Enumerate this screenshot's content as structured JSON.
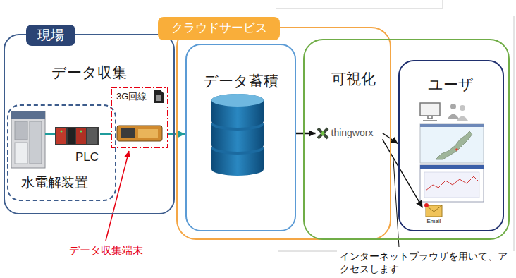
{
  "diagram": {
    "nodes": [
      {
        "text": [
          "現場",
          "データ収集"
        ]
      },
      {
        "text": [
          "水電解装置"
        ],
        "in": 0
      },
      {
        "text": [
          "PLC"
        ],
        "in": 1
      },
      {
        "text": [
          "3G回線"
        ],
        "in": 0
      },
      {
        "text": [
          "クラウドサービス"
        ]
      },
      {
        "text": [
          "データ蓄積"
        ],
        "in": 4
      },
      {
        "text": [
          "可視化"
        ]
      },
      {
        "text": [
          "thingworx"
        ],
        "in": 6
      },
      {
        "text": [
          "ユーザ"
        ],
        "in": 6
      },
      {
        "text": [
          "Email"
        ],
        "in": 8
      }
    ],
    "edges": [
      {
        "from": 2,
        "to": 3,
        "arrow": "none"
      },
      {
        "from": 3,
        "to": 5,
        "arrow": "to"
      },
      {
        "from": 5,
        "to": 7,
        "arrow": "to"
      },
      {
        "from": 7,
        "to": 8,
        "arrow": "to"
      },
      {
        "from": 7,
        "to": 9,
        "arrow": "to"
      }
    ],
    "labels": [
      "データ収集端末",
      "インターネットブラウザを用いて、アクセスします"
    ]
  }
}
